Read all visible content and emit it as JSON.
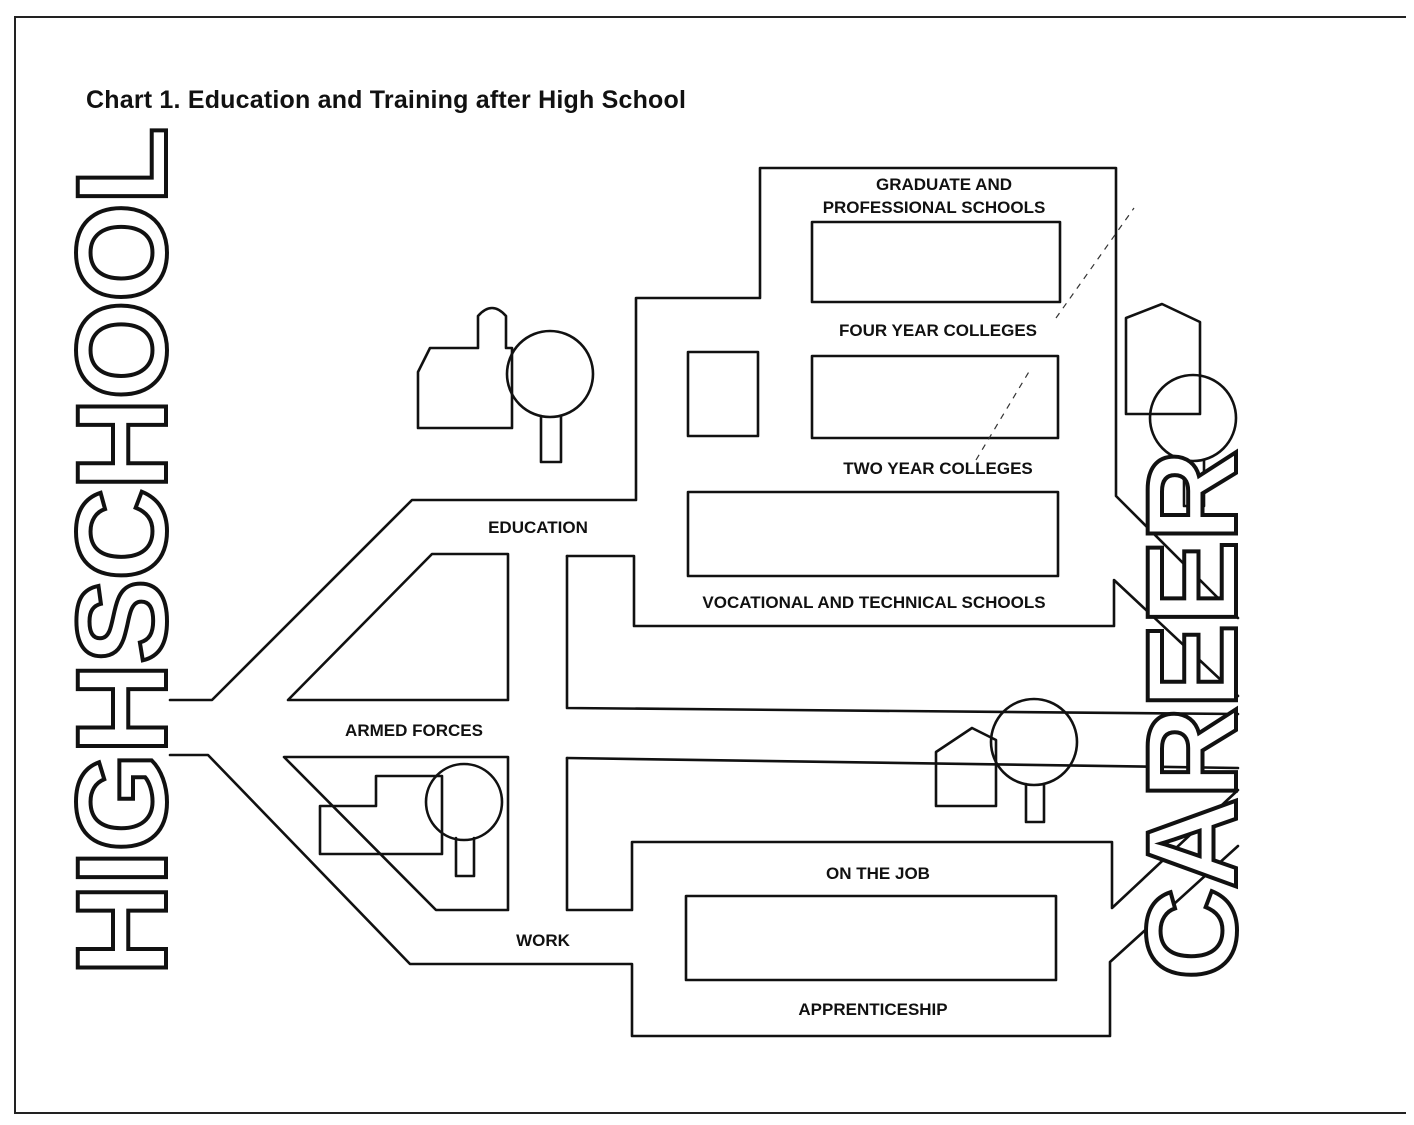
{
  "title": "Chart 1. Education and Training after High School",
  "labels": {
    "highschool": "HIGHSCHOOL",
    "career": "CAREER",
    "education": "EDUCATION",
    "armed_forces": "ARMED FORCES",
    "work": "WORK",
    "graduate_line1": "GRADUATE AND",
    "graduate_line2": "PROFESSIONAL SCHOOLS",
    "four_year": "FOUR YEAR COLLEGES",
    "two_year": "TWO YEAR COLLEGES",
    "vocational": "VOCATIONAL AND TECHNICAL SCHOOLS",
    "on_the_job": "ON THE JOB",
    "apprenticeship": "APPRENTICESHIP"
  }
}
